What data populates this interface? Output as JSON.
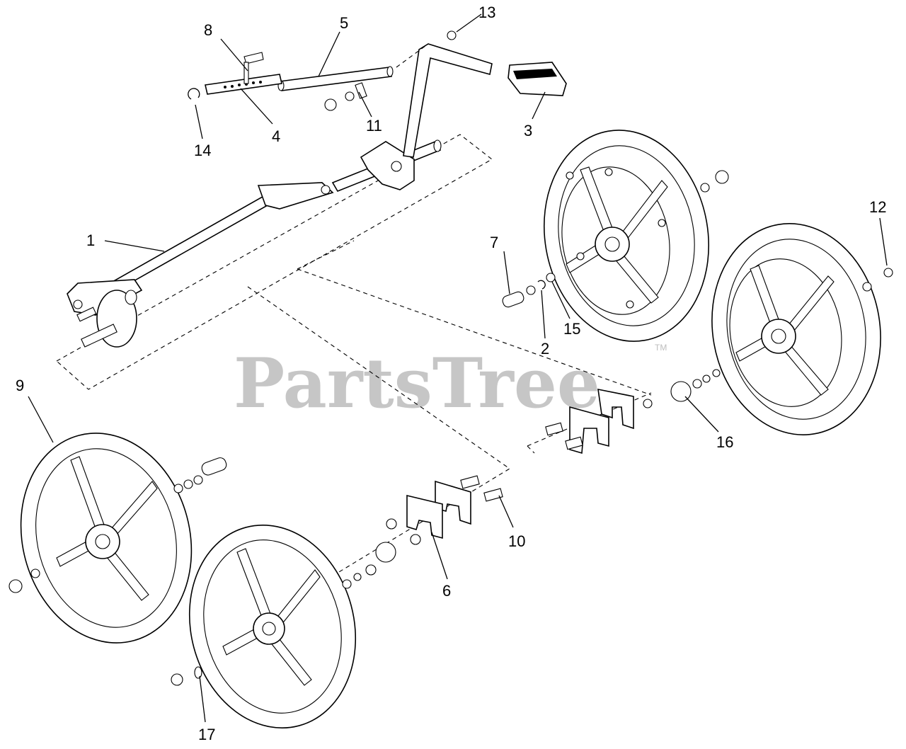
{
  "watermark": {
    "text": "PartsTree",
    "trademark": "TM"
  },
  "callouts": [
    {
      "id": "1",
      "label": "1"
    },
    {
      "id": "2",
      "label": "2"
    },
    {
      "id": "3",
      "label": "3"
    },
    {
      "id": "4",
      "label": "4"
    },
    {
      "id": "5",
      "label": "5"
    },
    {
      "id": "6",
      "label": "6"
    },
    {
      "id": "7",
      "label": "7"
    },
    {
      "id": "8",
      "label": "8"
    },
    {
      "id": "9",
      "label": "9"
    },
    {
      "id": "10",
      "label": "10"
    },
    {
      "id": "11",
      "label": "11"
    },
    {
      "id": "12",
      "label": "12"
    },
    {
      "id": "13",
      "label": "13"
    },
    {
      "id": "14",
      "label": "14"
    },
    {
      "id": "15",
      "label": "15"
    },
    {
      "id": "16",
      "label": "16"
    },
    {
      "id": "17",
      "label": "17"
    }
  ]
}
